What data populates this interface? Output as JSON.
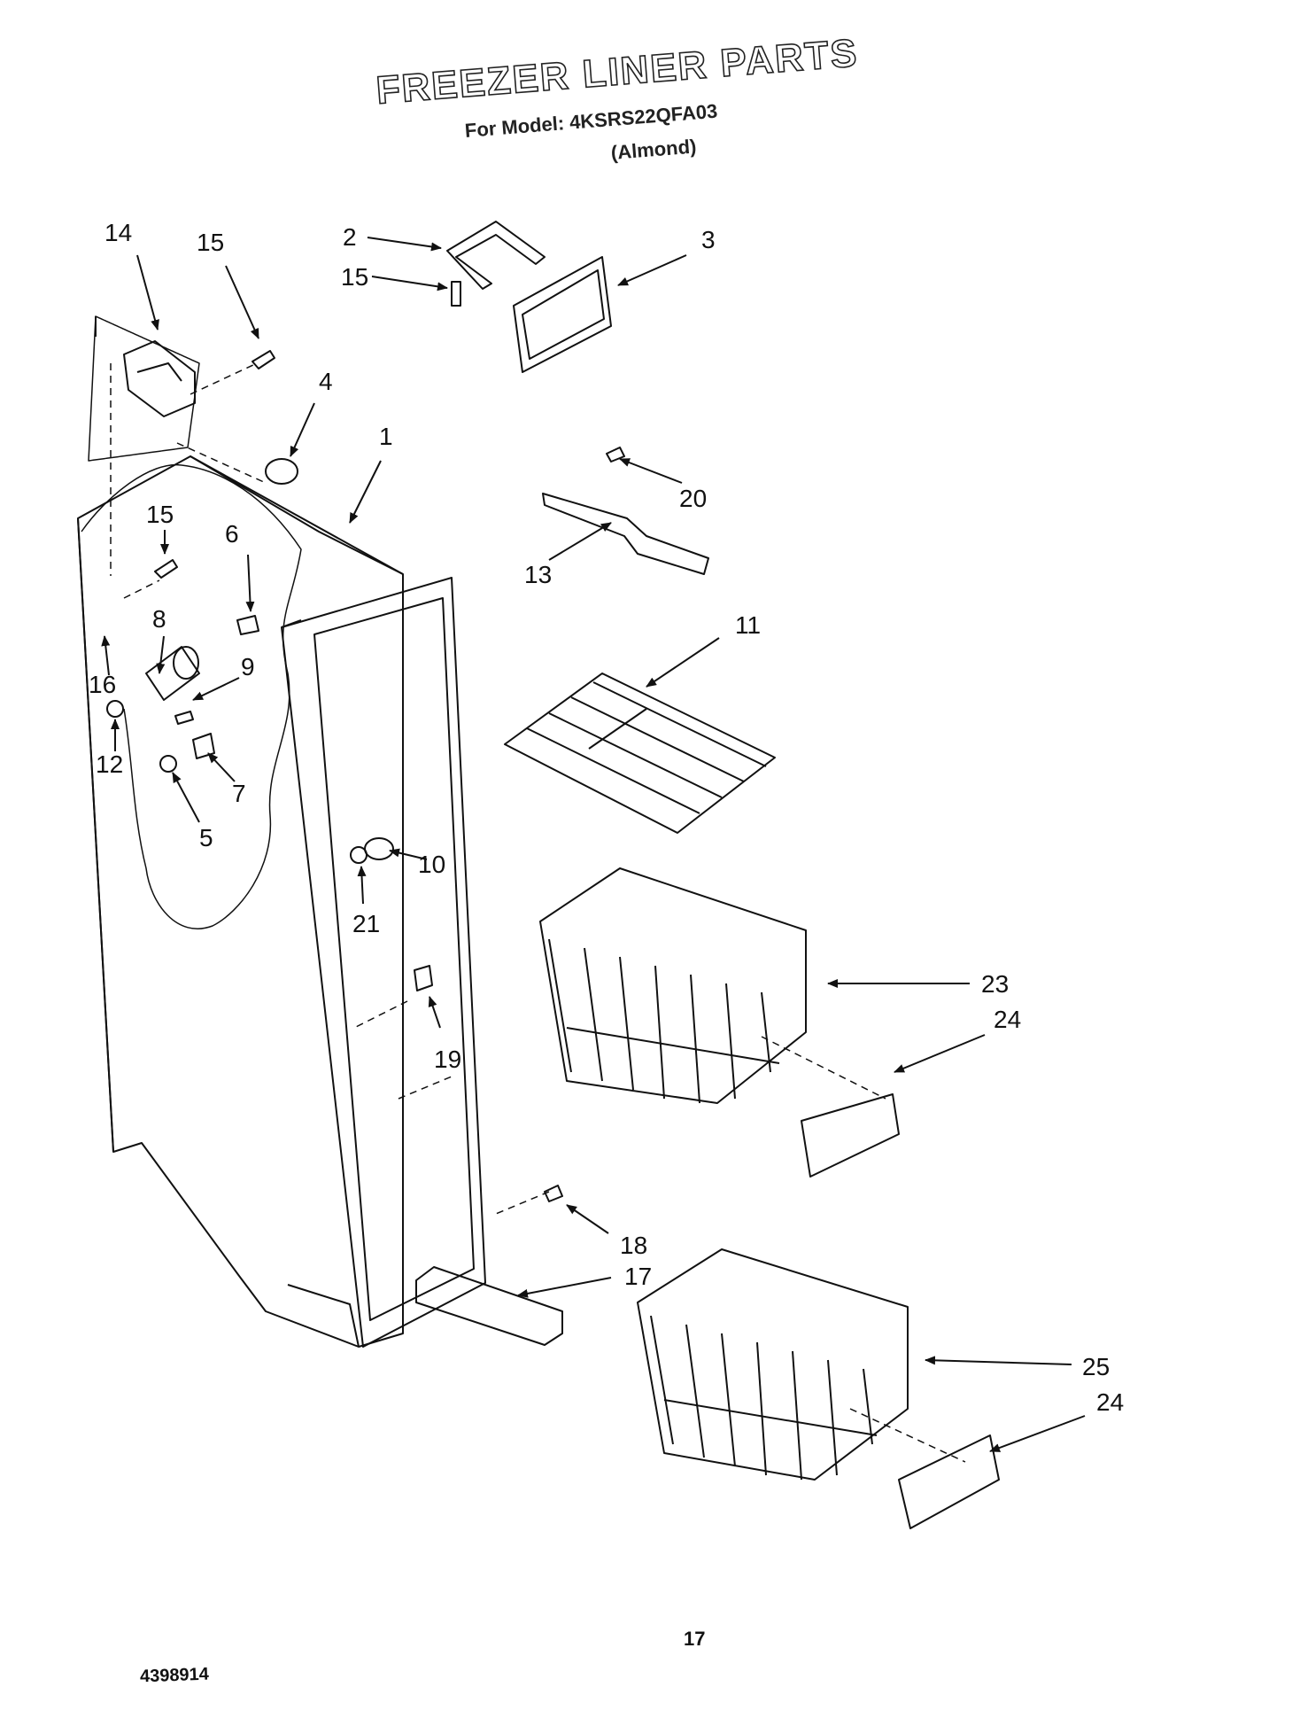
{
  "header": {
    "title": "FREEZER LINER PARTS",
    "model_line": "For Model: 4KSRS22QFA03",
    "finish": "(Almond)"
  },
  "callouts": {
    "c1": "1",
    "c2": "2",
    "c3": "3",
    "c4": "4",
    "c5": "5",
    "c6": "6",
    "c7": "7",
    "c8": "8",
    "c9": "9",
    "c10": "10",
    "c11": "11",
    "c12": "12",
    "c13": "13",
    "c14": "14",
    "c15a": "15",
    "c15b": "15",
    "c15c": "15",
    "c16": "16",
    "c17": "17",
    "c18": "18",
    "c19": "19",
    "c20": "20",
    "c21": "21",
    "c23": "23",
    "c24a": "24",
    "c24b": "24",
    "c25": "25"
  },
  "footer": {
    "page_number": "17",
    "document_number": "4398914"
  }
}
